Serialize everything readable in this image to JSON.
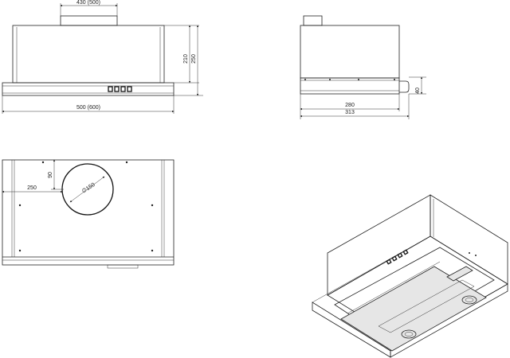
{
  "front_view": {
    "dim_top": "430 (500)",
    "dim_height_inner": "210",
    "dim_height_total": "250",
    "dim_bottom": "500 (600)"
  },
  "side_view": {
    "dim_right": "40",
    "dim_width_1": "280",
    "dim_width_2": "313"
  },
  "top_view": {
    "dim_vertical": "90",
    "dim_horizontal": "250",
    "dim_diameter": "∅150"
  },
  "iso_view": {}
}
